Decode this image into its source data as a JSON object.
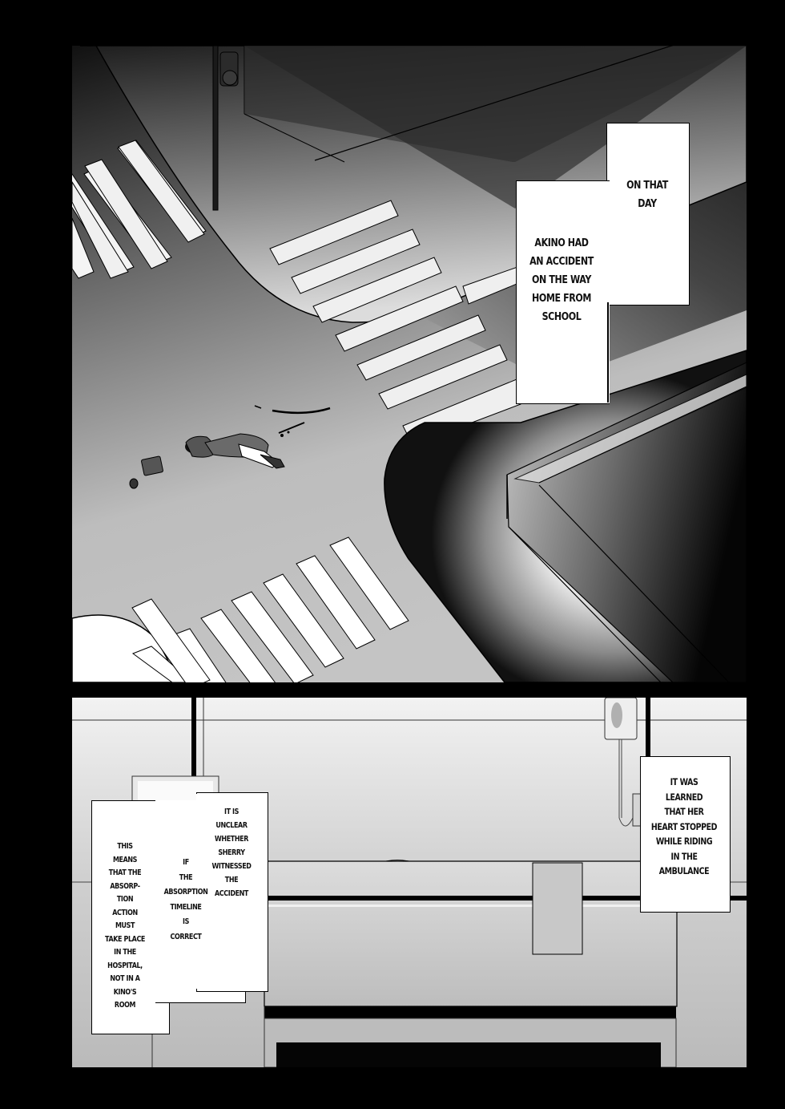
{
  "page": {
    "background": "#000000",
    "panels": [
      {
        "id": "panel-1",
        "scene": "overhead view of street intersection with crosswalks; girl lying on road after accident, bag and shoe nearby; traffic light pole at top",
        "captions": {
          "on_that_day": [
            "ON THAT",
            "DAY"
          ],
          "akino_accident": [
            "AKINO HAD",
            "AN ACCIDENT",
            "ON THE WAY",
            "HOME FROM",
            "SCHOOL"
          ]
        }
      },
      {
        "id": "panel-2",
        "scene": "hospital room with bed and IV drip bag",
        "captions": {
          "this_means": [
            "THIS",
            "MEANS",
            "THAT THE",
            "ABSORP-",
            "TION",
            "ACTION",
            "MUST",
            "TAKE PLACE",
            "IN  THE",
            "HOSPITAL,",
            "NOT IN A",
            "KINO'S",
            "ROOM"
          ],
          "if_timeline": [
            "IF",
            "THE",
            "ABSORPTION",
            "TIMELINE",
            "IS",
            "CORRECT"
          ],
          "unclear_sherry": [
            "IT IS",
            "UNCLEAR",
            "WHETHER",
            "SHERRY",
            "WITNESSED",
            "THE",
            "ACCIDENT"
          ],
          "heart_stopped": [
            "IT WAS",
            "LEARNED",
            "THAT HER",
            "HEART STOPPED",
            "WHILE RIDING",
            "IN THE",
            "AMBULANCE"
          ]
        }
      }
    ]
  }
}
